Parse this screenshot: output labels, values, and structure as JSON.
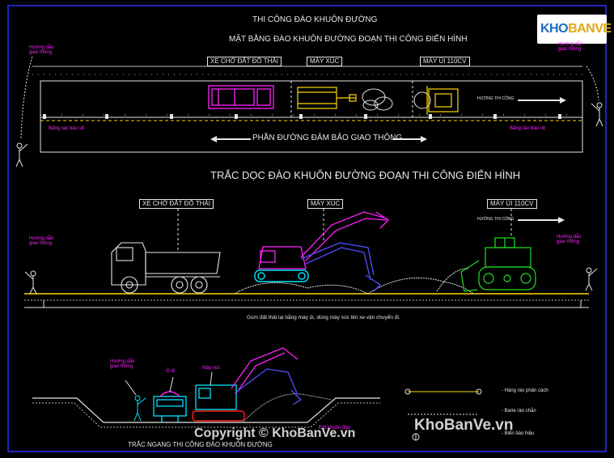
{
  "logo": {
    "text_a": "KHO",
    "text_b": "BANVE"
  },
  "plan": {
    "title_main": "THI CÔNG ĐÀO KHUÔN ĐƯỜNG",
    "title": "MẶT BẰNG ĐÀO KHUÔN ĐƯỜNG ĐOẠN THI CÔNG ĐIỂN HÌNH",
    "label_truck": "XE CHỞ ĐẤT ĐỔ THẢI",
    "label_excavator": "MÁY XÚC",
    "label_dozer": "MÁY ỦI 110CV",
    "direction": "HƯỚNG THI CÔNG",
    "traffic_lane": "PHẦN ĐƯỜNG ĐẢM BẢO GIAO THÔNG",
    "flagman_left": "Hướng dẫn giao thông",
    "flagman_right": "Hướng dẫn giao thông",
    "barrier_left": "Băng rào bảo vệ",
    "barrier_right": "Băng rào bảo vệ"
  },
  "profile": {
    "title": "TRẮC DỌC  ĐÀO KHUÔN ĐƯỜNG ĐOẠN THI CÔNG ĐIỂN HÌNH",
    "label_truck": "XE CHỞ ĐẤT ĐỔ THẢI",
    "label_excavator": "MÁY XÚC",
    "label_dozer": "MÁY ỦI 110CV",
    "direction": "HƯỚNG THI CÔNG",
    "flagman_left": "Hướng dẫn giao thông",
    "flagman_right": "Hướng dẫn giao thông",
    "note": "Gom đất thải lại bằng máy ủi, dùng máy xúc lên xe vận chuyển đi."
  },
  "section": {
    "title": "TRẮC NGANG THI CÔNG ĐÀO KHUÔN ĐƯỜNG",
    "flagman": "Hướng dẫn giao thông",
    "car_label": "Ô tô",
    "excavator_label": "Máy xúc",
    "cut_label": "Đất khuôn đào"
  },
  "legend": {
    "fence": "- Hàng rào phân cách",
    "barrier": "- Barie  rào chắn",
    "sign": "- Biển báo hiệu"
  },
  "watermark": {
    "text": "KhoBanVe.vn",
    "copyright": "Copyright © KhoBanVe.vn"
  }
}
